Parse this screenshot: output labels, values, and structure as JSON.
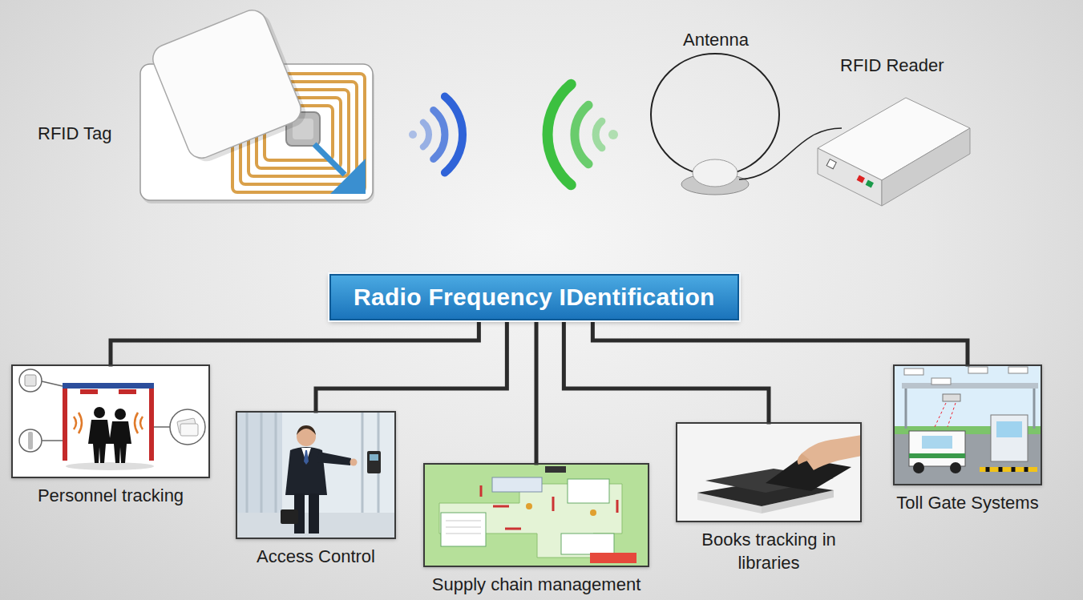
{
  "diagram": {
    "nodes": [
      {
        "text": [
          "Radio Frequency IDentification"
        ]
      },
      {
        "text": [
          "Personnel tracking"
        ]
      },
      {
        "text": [
          "Access Control"
        ]
      },
      {
        "text": [
          "Supply chain management"
        ]
      },
      {
        "text": [
          "Books tracking in libraries"
        ]
      },
      {
        "text": [
          "Toll Gate Systems"
        ]
      }
    ],
    "edges": [
      {
        "from": 0,
        "to": 1,
        "arrow": "none"
      },
      {
        "from": 0,
        "to": 2,
        "arrow": "none"
      },
      {
        "from": 0,
        "to": 3,
        "arrow": "none"
      },
      {
        "from": 0,
        "to": 4,
        "arrow": "none"
      },
      {
        "from": 0,
        "to": 5,
        "arrow": "none"
      }
    ],
    "labels": [
      "RFID Tag",
      "Antenna",
      "RFID Reader"
    ]
  }
}
